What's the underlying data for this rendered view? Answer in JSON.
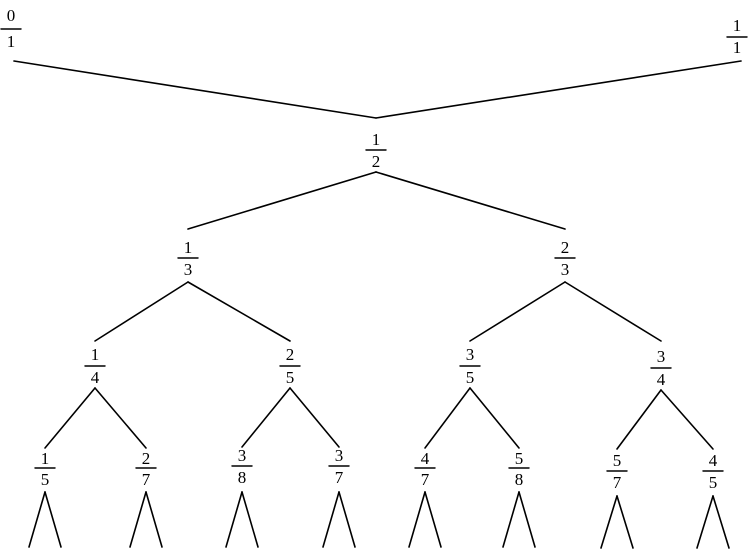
{
  "nodes": [
    {
      "id": "n-0-1",
      "numerator": "0",
      "denominator": "1"
    },
    {
      "id": "n-1-1",
      "numerator": "1",
      "denominator": "1"
    },
    {
      "id": "n-1-2",
      "numerator": "1",
      "denominator": "2"
    },
    {
      "id": "n-1-3",
      "numerator": "1",
      "denominator": "3"
    },
    {
      "id": "n-2-3",
      "numerator": "2",
      "denominator": "3"
    },
    {
      "id": "n-1-4",
      "numerator": "1",
      "denominator": "4"
    },
    {
      "id": "n-2-5",
      "numerator": "2",
      "denominator": "5"
    },
    {
      "id": "n-3-5",
      "numerator": "3",
      "denominator": "5"
    },
    {
      "id": "n-3-4",
      "numerator": "3",
      "denominator": "4"
    },
    {
      "id": "n-1-5",
      "numerator": "1",
      "denominator": "5"
    },
    {
      "id": "n-2-7",
      "numerator": "2",
      "denominator": "7"
    },
    {
      "id": "n-3-8",
      "numerator": "3",
      "denominator": "8"
    },
    {
      "id": "n-3-7",
      "numerator": "3",
      "denominator": "7"
    },
    {
      "id": "n-4-7",
      "numerator": "4",
      "denominator": "7"
    },
    {
      "id": "n-5-8",
      "numerator": "5",
      "denominator": "8"
    },
    {
      "id": "n-5-7",
      "numerator": "5",
      "denominator": "7"
    },
    {
      "id": "n-4-5",
      "numerator": "4",
      "denominator": "5"
    }
  ],
  "edges": [
    {
      "from": "n-0-1",
      "to": "n-1-2"
    },
    {
      "from": "n-1-1",
      "to": "n-1-2"
    },
    {
      "from": "n-1-2",
      "to": "n-1-3"
    },
    {
      "from": "n-1-2",
      "to": "n-2-3"
    },
    {
      "from": "n-1-3",
      "to": "n-1-4"
    },
    {
      "from": "n-1-3",
      "to": "n-2-5"
    },
    {
      "from": "n-2-3",
      "to": "n-3-5"
    },
    {
      "from": "n-2-3",
      "to": "n-3-4"
    },
    {
      "from": "n-1-4",
      "to": "n-1-5"
    },
    {
      "from": "n-1-4",
      "to": "n-2-7"
    },
    {
      "from": "n-2-5",
      "to": "n-3-8"
    },
    {
      "from": "n-2-5",
      "to": "n-3-7"
    },
    {
      "from": "n-3-5",
      "to": "n-4-7"
    },
    {
      "from": "n-3-5",
      "to": "n-5-8"
    },
    {
      "from": "n-3-4",
      "to": "n-5-7"
    },
    {
      "from": "n-3-4",
      "to": "n-4-5"
    }
  ],
  "continuation_nodes": [
    "n-1-5",
    "n-2-7",
    "n-3-8",
    "n-3-7",
    "n-4-7",
    "n-5-8",
    "n-5-7",
    "n-4-5"
  ],
  "line_color": "#000000",
  "text_color": "#000000"
}
